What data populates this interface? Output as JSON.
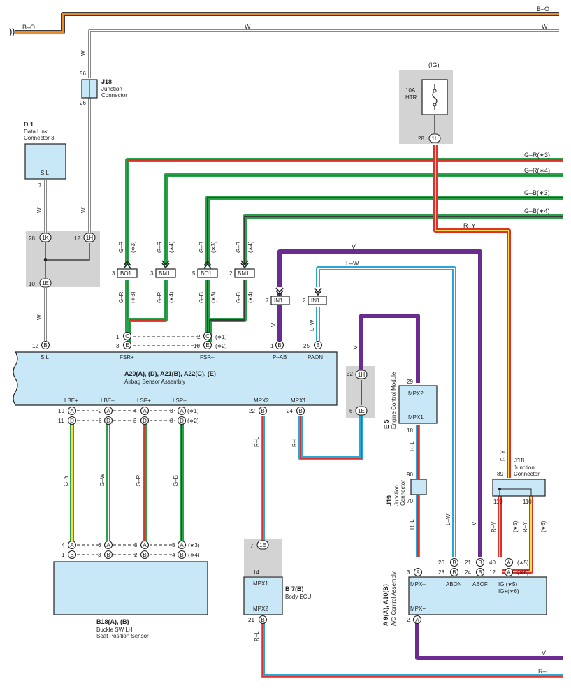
{
  "edge_wires": {
    "top_bo_left": "B–O",
    "top_bo_right": "B–O",
    "top_w_mid": "W",
    "top_w_right": "W",
    "bottom_v": "V",
    "bottom_rl": "R–L"
  },
  "j18_top": {
    "id": "J18",
    "name_l1": "Junction",
    "name_l2": "Connector",
    "pin_top": "56",
    "pin_bottom": "26"
  },
  "d1": {
    "id": "D 1",
    "name_l1": "Data Link",
    "name_l2": "Connector 3",
    "terminal": "SIL",
    "pin": "7"
  },
  "heater_fuse": {
    "supply": "(IG)",
    "rating": "10A",
    "name": "HTR",
    "pin": "28",
    "conn": "1L"
  },
  "junction_left": {
    "pin_1k": "28",
    "conn_1k": "1K",
    "pin_1h": "12",
    "conn_1h": "1H",
    "pin_1e": "10",
    "conn_1e": "1E"
  },
  "right_wires": {
    "gr3": "G–R(∗3)",
    "gr4": "G–R(∗4)",
    "gb3": "G–B(∗3)",
    "gb4": "G–B(∗4)",
    "ry": "R–Y",
    "v": "V",
    "lw": "L–W"
  },
  "wire_labels": {
    "w": "W",
    "gr": "G–R",
    "gb": "G–B",
    "v": "V",
    "lw": "L–W",
    "rl": "R–L",
    "ry": "R–Y",
    "gy": "G–Y",
    "gw": "G–W",
    "n3": "(∗3)",
    "n4": "(∗4)",
    "n5": "(∗5)",
    "n6": "(∗6)"
  },
  "inline_connectors": {
    "bo1_a": {
      "pin": "3",
      "name": "BO1"
    },
    "bm1_a": {
      "pin": "3",
      "name": "BM1"
    },
    "bo1_b": {
      "pin": "5",
      "name": "BO1"
    },
    "bm1_b": {
      "pin": "2",
      "name": "BM1"
    },
    "in1_a": {
      "pin": "7",
      "name": "IN1"
    },
    "in1_b": {
      "pin": "2",
      "name": "IN1"
    }
  },
  "airbag": {
    "title": "A20(A), (D), A21(B), A22(C), (E)",
    "name": "Airbag Sensor Assembly",
    "top_pins": [
      {
        "label": "SIL",
        "pin": "12",
        "conn": "B"
      },
      {
        "label": "FSR+",
        "pin": "1",
        "conn": "C",
        "pin2": "3",
        "conn2": "E"
      },
      {
        "label": "FSR–",
        "pin": "2",
        "conn": "C",
        "pin2": "10",
        "conn2": "E",
        "n1": "(∗1)",
        "n2": "(∗2)"
      },
      {
        "label": "P–AB",
        "pin": "1",
        "conn": "B"
      },
      {
        "label": "PAON",
        "pin": "25",
        "conn": "B"
      }
    ],
    "bottom_pins": [
      {
        "label": "LBE+",
        "p1": "19",
        "c1": "A",
        "p2": "11",
        "c2": "D"
      },
      {
        "label": "LBE–",
        "p1": "2",
        "c1": "A",
        "p2": "6",
        "c2": "D"
      },
      {
        "label": "LSP+",
        "p1": "4",
        "c1": "A",
        "p2": "3",
        "c2": "D"
      },
      {
        "label": "LSP–",
        "p1": "3",
        "c1": "A",
        "p2": "8",
        "c2": "D",
        "n1": "(∗1)",
        "n2": "(∗2)"
      },
      {
        "label": "MPX2",
        "p1": "22",
        "c1": "B"
      },
      {
        "label": "MPX1",
        "p1": "24",
        "c1": "B"
      }
    ]
  },
  "junction_mid": {
    "pin_1h": "32",
    "conn_1h": "1H",
    "pin_1e": "6",
    "conn_1e": "1E"
  },
  "ecm": {
    "id": "E 5",
    "name": "Engine Control Module",
    "t_mpx2": "MPX2",
    "t_mpx1": "MPX1",
    "pin_top": "29",
    "pin_bottom": "18"
  },
  "j19": {
    "id": "J19",
    "name_l1": "Junction",
    "name_l2": "Connector",
    "pin_top": "90",
    "pin_bottom": "70"
  },
  "j18_right": {
    "id": "J18",
    "name_l1": "Junction",
    "name_l2": "Connector",
    "pin_top": "89",
    "pin_bl": "119",
    "pin_br": "110"
  },
  "buckle": {
    "title": "B18(A), (B)",
    "name_l1": "Buckle SW LH",
    "name_l2": "Seat Position Sensor",
    "cols": [
      {
        "p1": "4",
        "c1": "A",
        "p2": "1",
        "c2": "B"
      },
      {
        "p1": "6",
        "c1": "A",
        "p2": "3",
        "c2": "B"
      },
      {
        "p1": "3",
        "c1": "A",
        "p2": "2",
        "c2": "B"
      },
      {
        "p1": "5",
        "c1": "A",
        "p2": "4",
        "c2": "B",
        "n1": "(∗3)",
        "n2": "(∗4)"
      }
    ]
  },
  "body_ecu": {
    "id": "B 7(B)",
    "name": "Body ECU",
    "t_mpx1": "MPX1",
    "t_mpx2": "MPX2",
    "jpin": "7",
    "jconn": "1E",
    "pin_top": "14",
    "pin_bottom": "21",
    "conn_bottom": "B"
  },
  "ac": {
    "id": "A 9(A), A10(B)",
    "name": "A/C Control Assembly",
    "t_mpxm": "MPX–",
    "t_abon": "ABON",
    "t_abof": "ABOF",
    "t_ig1": "IG (∗5)",
    "t_ig2": "IG+(∗6)",
    "t_mpxp": "MPX+",
    "pins": [
      {
        "p": "3",
        "c": "A"
      },
      {
        "p": "20",
        "c": "B",
        "p2": "23",
        "c2": "B"
      },
      {
        "p": "21",
        "c": "B",
        "p2": "24",
        "c2": "B"
      },
      {
        "p": "40",
        "c": "A",
        "p2": "12",
        "c2": "A",
        "n1": "(∗5)",
        "n2": "(∗6)"
      }
    ],
    "bottom_pin": {
      "p": "2",
      "c": "A"
    }
  },
  "colors": {
    "bo": "#e98b2a",
    "w": "#b4b4b4",
    "green": "#2aa04a",
    "red": "#e0302a",
    "black": "#3a3a3a",
    "violet": "#6b2c91",
    "blue": "#29a7d8",
    "yellow": "#f5e04a",
    "comp_fill": "#c9e8f7",
    "gray_box": "#d3d3d3"
  }
}
